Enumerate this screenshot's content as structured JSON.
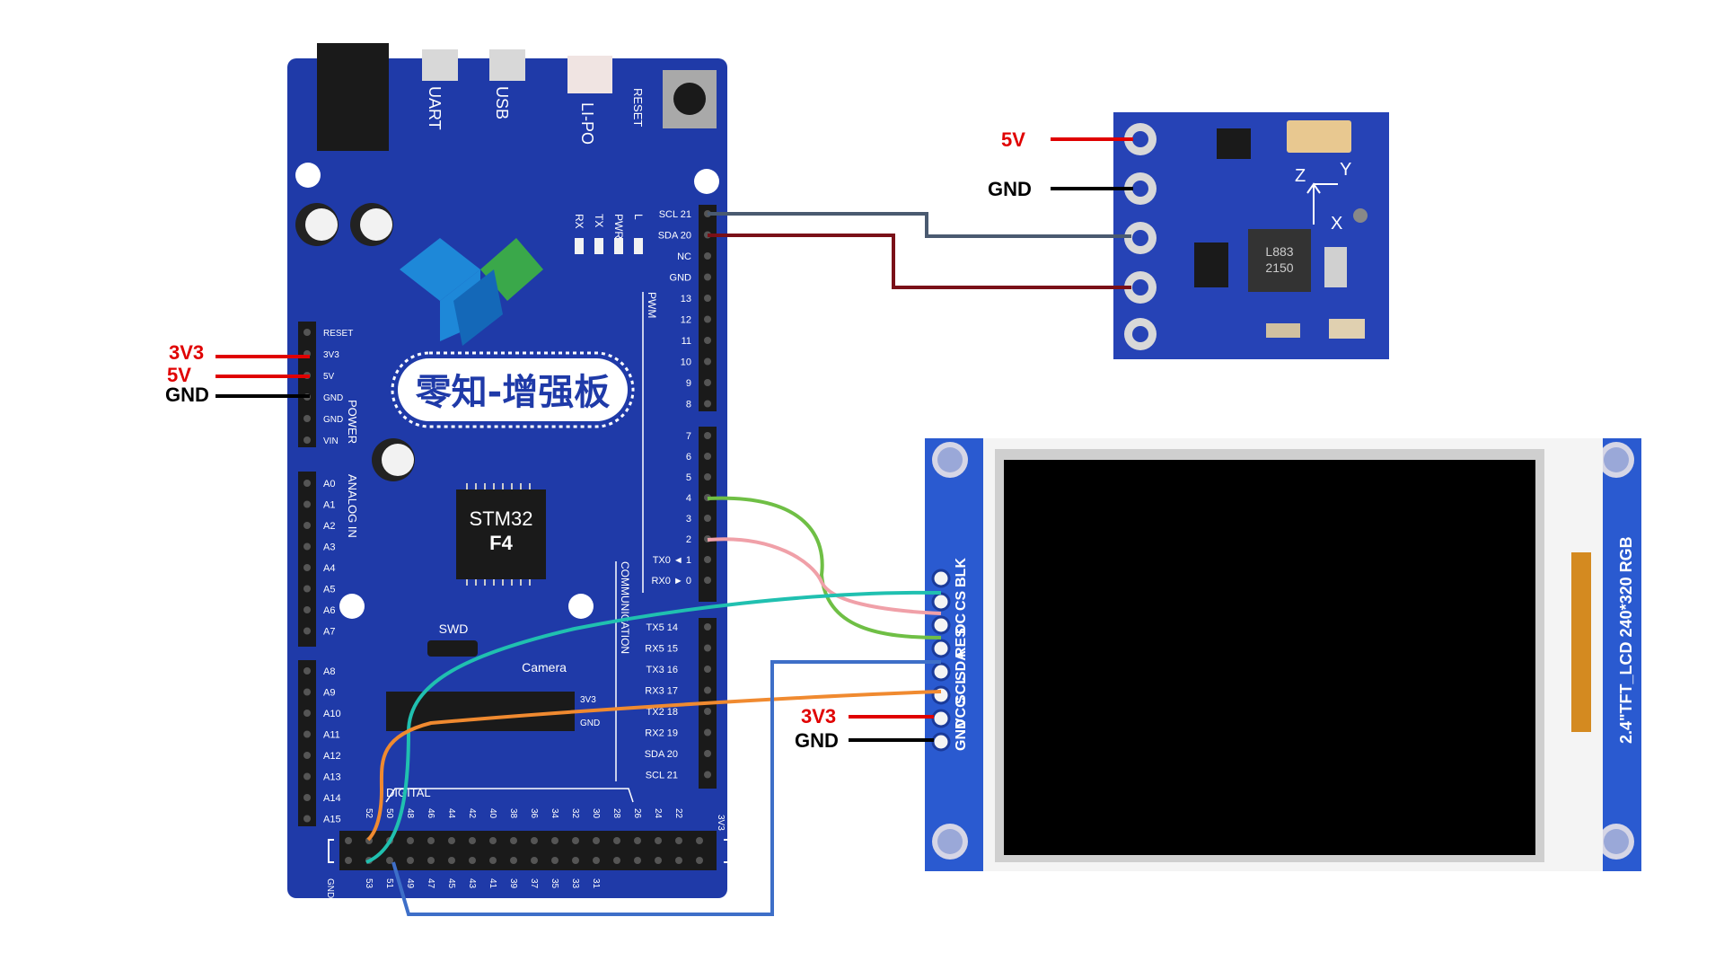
{
  "board": {
    "top_ports": [
      "UART",
      "USB",
      "LI-PO",
      "RESET"
    ],
    "leds": [
      "RX",
      "TX",
      "PWR",
      "L"
    ],
    "power_pins": [
      "RESET",
      "3V3",
      "5V",
      "GND",
      "GND",
      "VIN"
    ],
    "power_header": "POWER",
    "analog_pins": [
      "A0",
      "A1",
      "A2",
      "A3",
      "A4",
      "A5",
      "A6",
      "A7",
      "A8",
      "A9",
      "A10",
      "A11",
      "A12",
      "A13",
      "A14",
      "A15"
    ],
    "analog_header": "ANALOG IN",
    "title": "零知-增强板",
    "chip_line1": "STM32",
    "chip_line2": "F4",
    "swd": "SWD",
    "camera": "Camera",
    "camera_3v3": "3V3",
    "camera_gnd": "GND",
    "pwm": "PWM",
    "right_top_pins": [
      "SCL 21",
      "SDA 20",
      "NC",
      "GND",
      "13",
      "12",
      "11",
      "10",
      "9",
      "8"
    ],
    "right_mid_pins": [
      "7",
      "6",
      "5",
      "4",
      "3",
      "2",
      "TX0 ◄ 1",
      "RX0 ► 0"
    ],
    "communication": "COMMUNICATION",
    "comm_pins": [
      "TX5 14",
      "RX5 15",
      "TX3 16",
      "RX3 17",
      "TX2 18",
      "RX2 19",
      "SDA 20",
      "SCL 21"
    ],
    "digital": "DIGITAL",
    "digital_top": [
      "52",
      "50",
      "48",
      "46",
      "44",
      "42",
      "40",
      "38",
      "36",
      "34",
      "32",
      "30",
      "28",
      "26",
      "24",
      "22"
    ],
    "digital_bottom": [
      "53",
      "51",
      "49",
      "47",
      "45",
      "43",
      "41",
      "39",
      "37",
      "35",
      "33",
      "31"
    ],
    "digital_left": "GND",
    "digital_right": "3V3"
  },
  "left_labels": [
    "3V3",
    "5V",
    "GND"
  ],
  "sensor": {
    "labels": [
      "5V",
      "GND"
    ],
    "axes": [
      "Z",
      "Y",
      "X"
    ],
    "chip_text": [
      "L883",
      "2150"
    ]
  },
  "lcd": {
    "pin_labels": [
      "GND",
      "VCC",
      "SCL",
      "SDA",
      "RES",
      "DC",
      "CS",
      "BLK"
    ],
    "side_text": "2.4\"TFT_LCD 240*320 RGB",
    "labels": [
      "3V3",
      "GND"
    ]
  },
  "wire_colors": {
    "red": "#e00000",
    "black": "#000000",
    "scl": "#4a5a70",
    "sda": "#7a1018",
    "green": "#6fbf45",
    "pink": "#f0a0a8",
    "teal": "#20c0b0",
    "orange": "#f08a30",
    "blue": "#3e6fc8",
    "pcb_blue": "#1f3aa8"
  }
}
